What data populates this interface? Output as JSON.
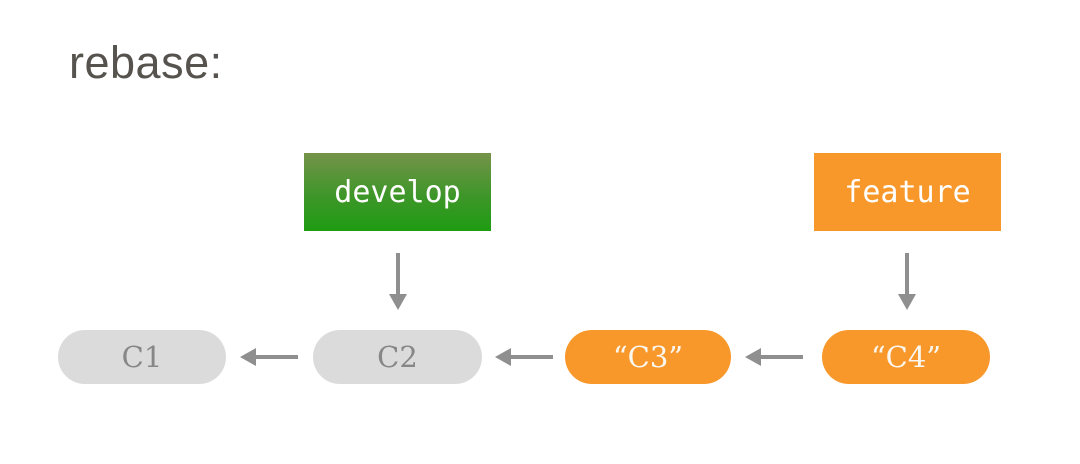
{
  "title": "rebase:",
  "branches": [
    {
      "label": "develop",
      "style": "green-gradient",
      "points_to": "C2"
    },
    {
      "label": "feature",
      "style": "orange",
      "points_to": "C4"
    }
  ],
  "commits": [
    {
      "label": "C1",
      "style": "gray"
    },
    {
      "label": "C2",
      "style": "gray"
    },
    {
      "label": "“C3”",
      "style": "orange"
    },
    {
      "label": "“C4”",
      "style": "orange"
    }
  ],
  "edges": [
    {
      "from": "C2",
      "to": "C1",
      "direction": "left"
    },
    {
      "from": "C3",
      "to": "C2",
      "direction": "left"
    },
    {
      "from": "C4",
      "to": "C3",
      "direction": "left"
    },
    {
      "from": "develop",
      "to": "C2",
      "direction": "down"
    },
    {
      "from": "feature",
      "to": "C4",
      "direction": "down"
    }
  ],
  "colors": {
    "background": "#ffffff",
    "title_text": "#56534e",
    "branch_green_top": "#75934a",
    "branch_green_bottom": "#1e9c12",
    "branch_orange": "#f8982b",
    "commit_gray_fill": "#dbdbdb",
    "commit_gray_text": "#878787",
    "commit_orange_fill": "#f8982b",
    "commit_orange_text": "#fbf6ee",
    "arrow": "#8f8f8f",
    "branch_label_text": "#ffffff"
  }
}
